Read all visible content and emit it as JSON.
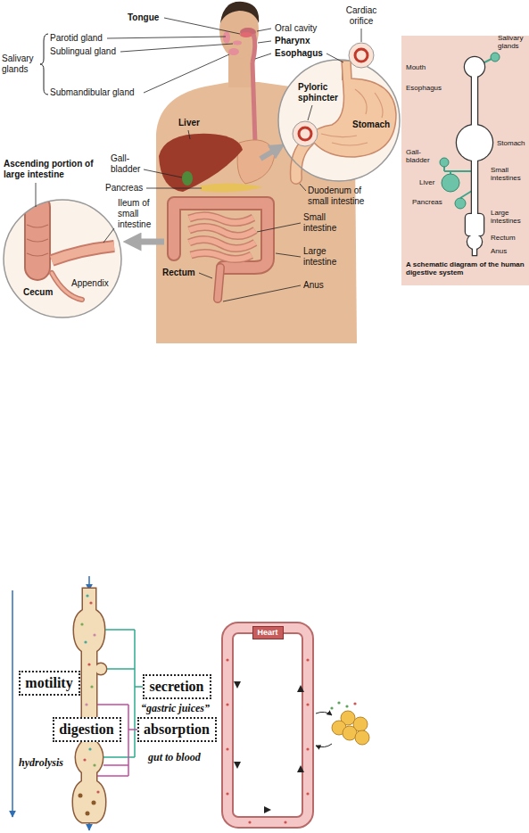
{
  "diagram": {
    "nodes": [
      {
        "text": [
          "Heart"
        ]
      },
      {
        "text": [
          "motility"
        ]
      },
      {
        "text": [
          "secretion"
        ]
      },
      {
        "text": [
          "digestion"
        ]
      },
      {
        "text": [
          "absorption"
        ]
      }
    ],
    "labels": [
      "Tongue",
      "Oral cavity",
      "Cardiac orifice",
      "Salivary glands",
      "Parotid gland",
      "Sublingual gland",
      "Pharynx",
      "Esophagus",
      "Submandibular gland",
      "Mouth",
      "Salivary glands",
      "Pyloric sphincter",
      "Esophagus",
      "Liver",
      "Stomach",
      "Gall- bladder",
      "Ascending portion of large intestine",
      "Pancreas",
      "Duodenum of small intestine",
      "Ileum of small intestine",
      "Small intestine",
      "Large intestine",
      "Rectum",
      "Anus",
      "Appendix",
      "Cecum",
      "Stomach",
      "Gall- bladder",
      "Small intestines",
      "Liver",
      "Pancreas",
      "Large intestines",
      "Rectum",
      "Anus",
      "A schematic diagram of the human digestive system",
      "“gastric juices”",
      "hydrolysis",
      "gut to blood"
    ]
  }
}
